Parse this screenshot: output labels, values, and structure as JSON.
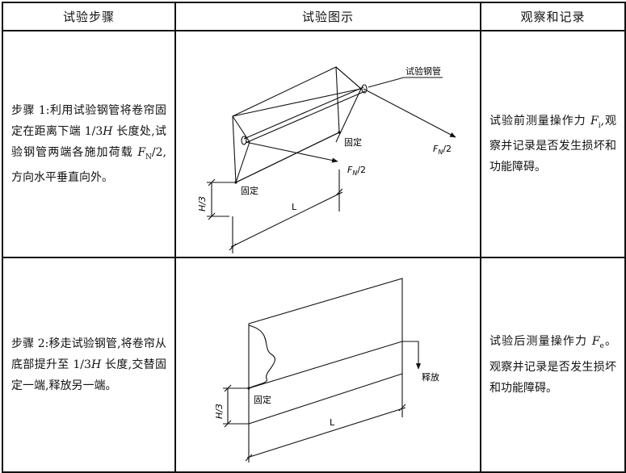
{
  "header": {
    "col_step": "试验步骤",
    "col_figure": "试验图示",
    "col_observe": "观察和记录"
  },
  "rows": [
    {
      "step": {
        "prefix": "步骤 1:利用试验钢管将卷帘固定在距离下端 1/3",
        "var_h": "H",
        "mid": " 长度处,试验钢管两端各施加荷载 ",
        "var_f": "F",
        "sub_n": "N",
        "suffix": "/2,方向水平垂直向外。"
      },
      "figure": {
        "label_pipe": "试验钢管",
        "label_force_var": "F",
        "label_force_sub": "N",
        "label_force_tail": "/2",
        "label_fixed_top": "固定",
        "label_fixed_bottom": "固定",
        "label_h3": "H/3",
        "label_l": "L"
      },
      "observe": {
        "prefix": "试验前测量操作力 ",
        "var_f": "F",
        "sub": "i",
        "suffix": ",观察并记录是否发生损坏和功能障碍。"
      }
    },
    {
      "step": {
        "prefix": "步骤 2:移走试验钢管,将卷帘从底部提升至 1/3",
        "var_h": "H",
        "suffix": " 长度,交替固定一端,释放另一端。"
      },
      "figure": {
        "label_release": "释放",
        "label_fixed": "固定",
        "label_h3": "H/3",
        "label_l": "L"
      },
      "observe": {
        "prefix": "试验后测量操作力 ",
        "var_f": "F",
        "sub": "e",
        "suffix": "。观察并记录是否发生损坏和功能障碍。"
      }
    }
  ]
}
